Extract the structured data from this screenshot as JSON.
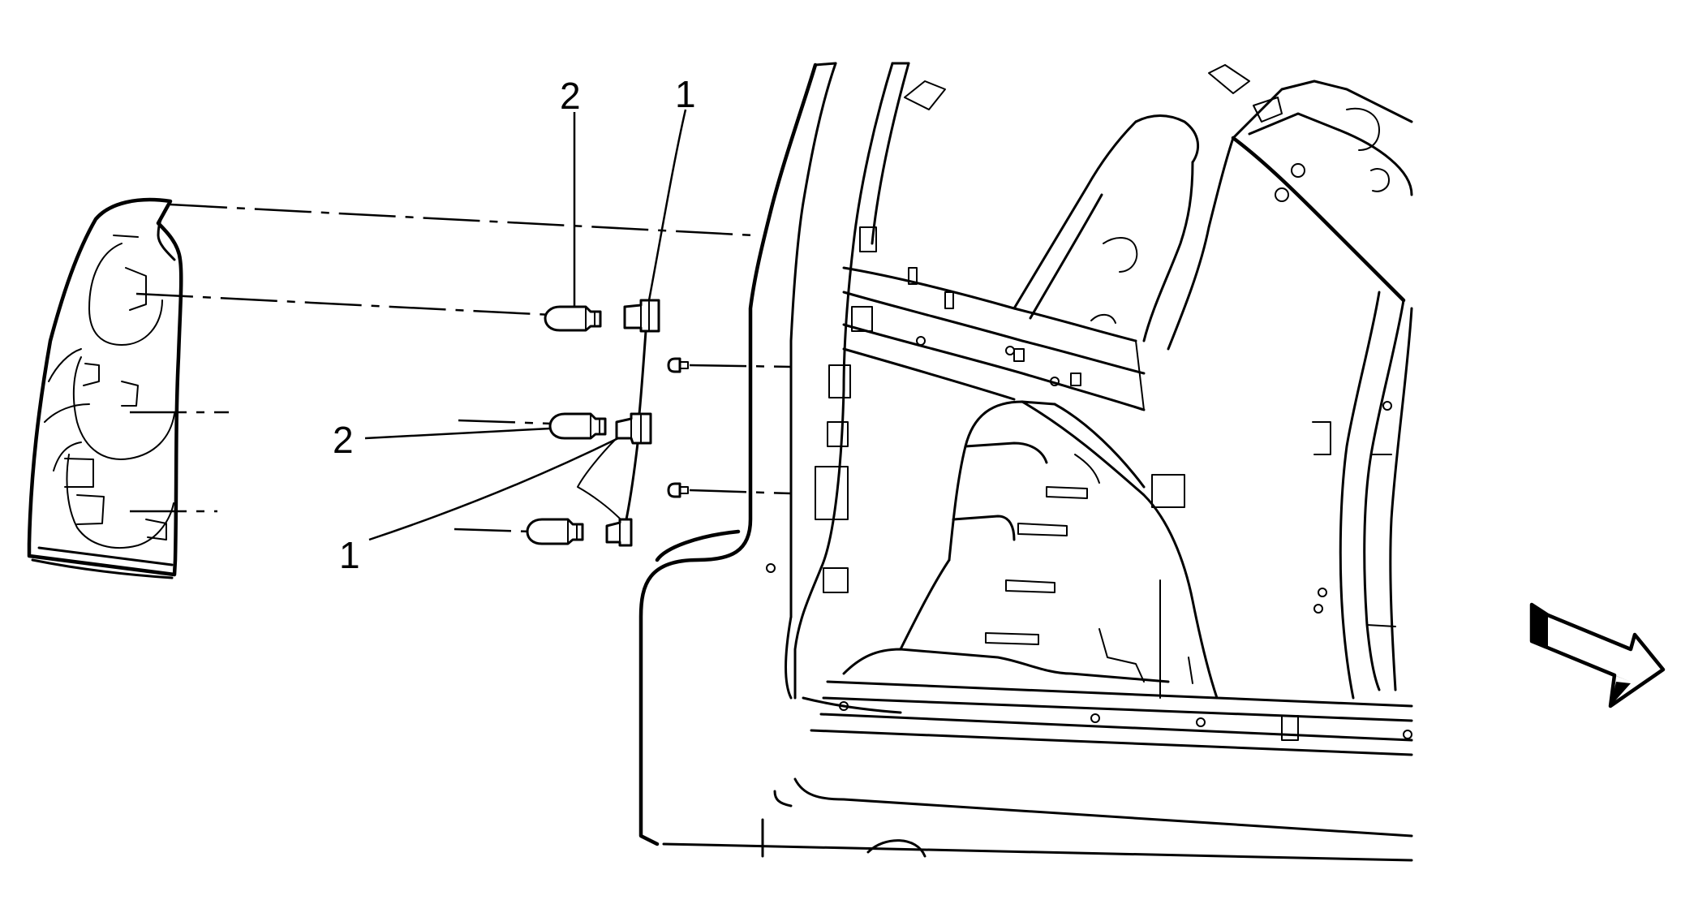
{
  "callouts": [
    {
      "id": "bulb-upper",
      "text": "2"
    },
    {
      "id": "socket-upper",
      "text": "1"
    },
    {
      "id": "bulb-middle",
      "text": "2"
    },
    {
      "id": "socket-middle",
      "text": "1"
    }
  ],
  "icons": {
    "direction_arrow": "front-direction-arrow-icon"
  }
}
